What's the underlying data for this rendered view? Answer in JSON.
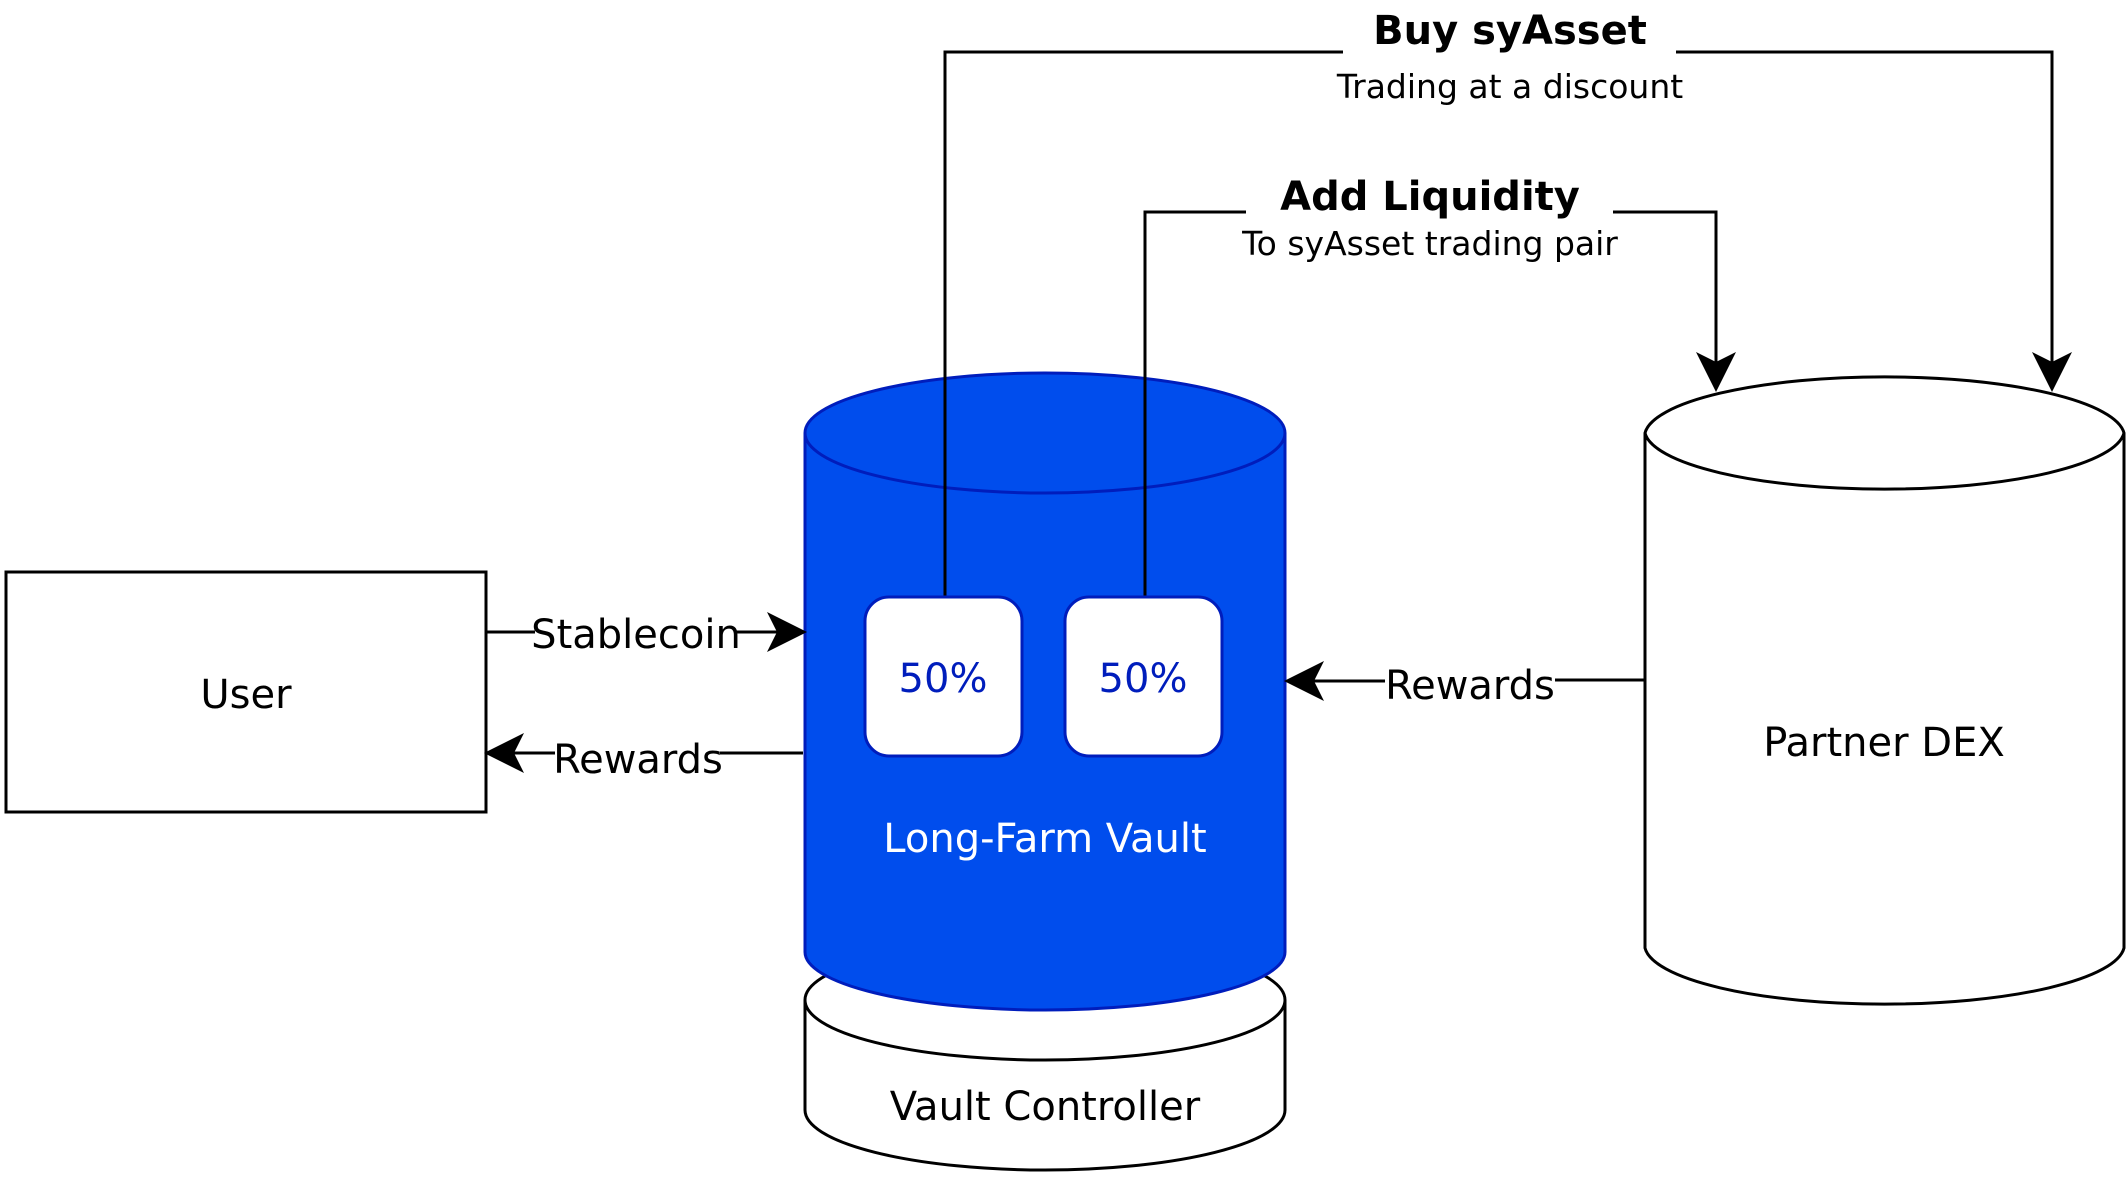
{
  "nodes": {
    "user": {
      "label": "User"
    },
    "vault": {
      "label": "Long-Farm Vault",
      "fill": "#004DED",
      "stroke": "#001DBC"
    },
    "split_left": {
      "label": "50%"
    },
    "split_right": {
      "label": "50%"
    },
    "controller": {
      "label": "Vault Controller"
    },
    "dex": {
      "label": "Partner DEX"
    }
  },
  "edges": {
    "stablecoin": {
      "label": "Stablecoin"
    },
    "rewards_to_user": {
      "label": "Rewards"
    },
    "rewards_from_dex": {
      "label": "Rewards"
    },
    "buy": {
      "title": "Buy syAsset",
      "subtitle": "Trading at a discount"
    },
    "add_liquidity": {
      "title": "Add Liquidity",
      "subtitle": "To syAsset trading pair"
    }
  },
  "colors": {
    "accent_text": "#001DBC",
    "line": "#000000"
  }
}
